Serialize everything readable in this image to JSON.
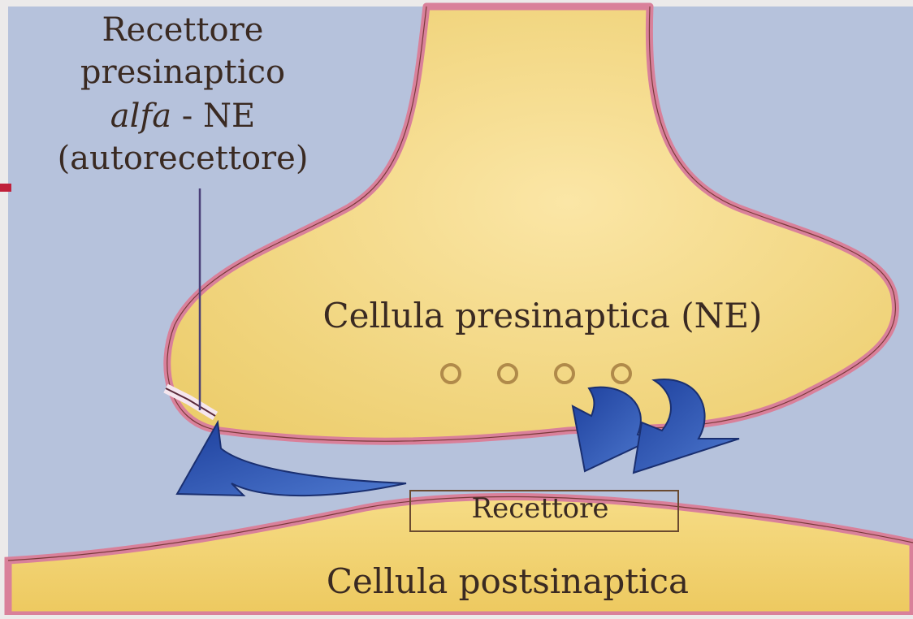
{
  "labels": {
    "autoreceptor_line1": "Recettore",
    "autoreceptor_line2": "presinaptico",
    "autoreceptor_line3_italic": "alfa",
    "autoreceptor_line3_rest": " - NE",
    "autoreceptor_line4": "(autorecettore)",
    "presynaptic_cell": "Cellula presinaptica (NE)",
    "receptor_box": "Recettore",
    "postsynaptic_cell": "Cellula postsinaptica"
  },
  "vesicle_count": 4,
  "icons": {
    "vesicle": "circle-outline",
    "release_arrows": "curved-double-arrow-icon",
    "feedback_arrow": "curved-arrow-icon"
  },
  "colors": {
    "background": "#b6c2dc",
    "cell_fill": "#f4d883",
    "membrane": "#d9809a",
    "arrow": "#2f56b4",
    "text": "#3a2a22",
    "accent_bar": "#c0203a"
  }
}
